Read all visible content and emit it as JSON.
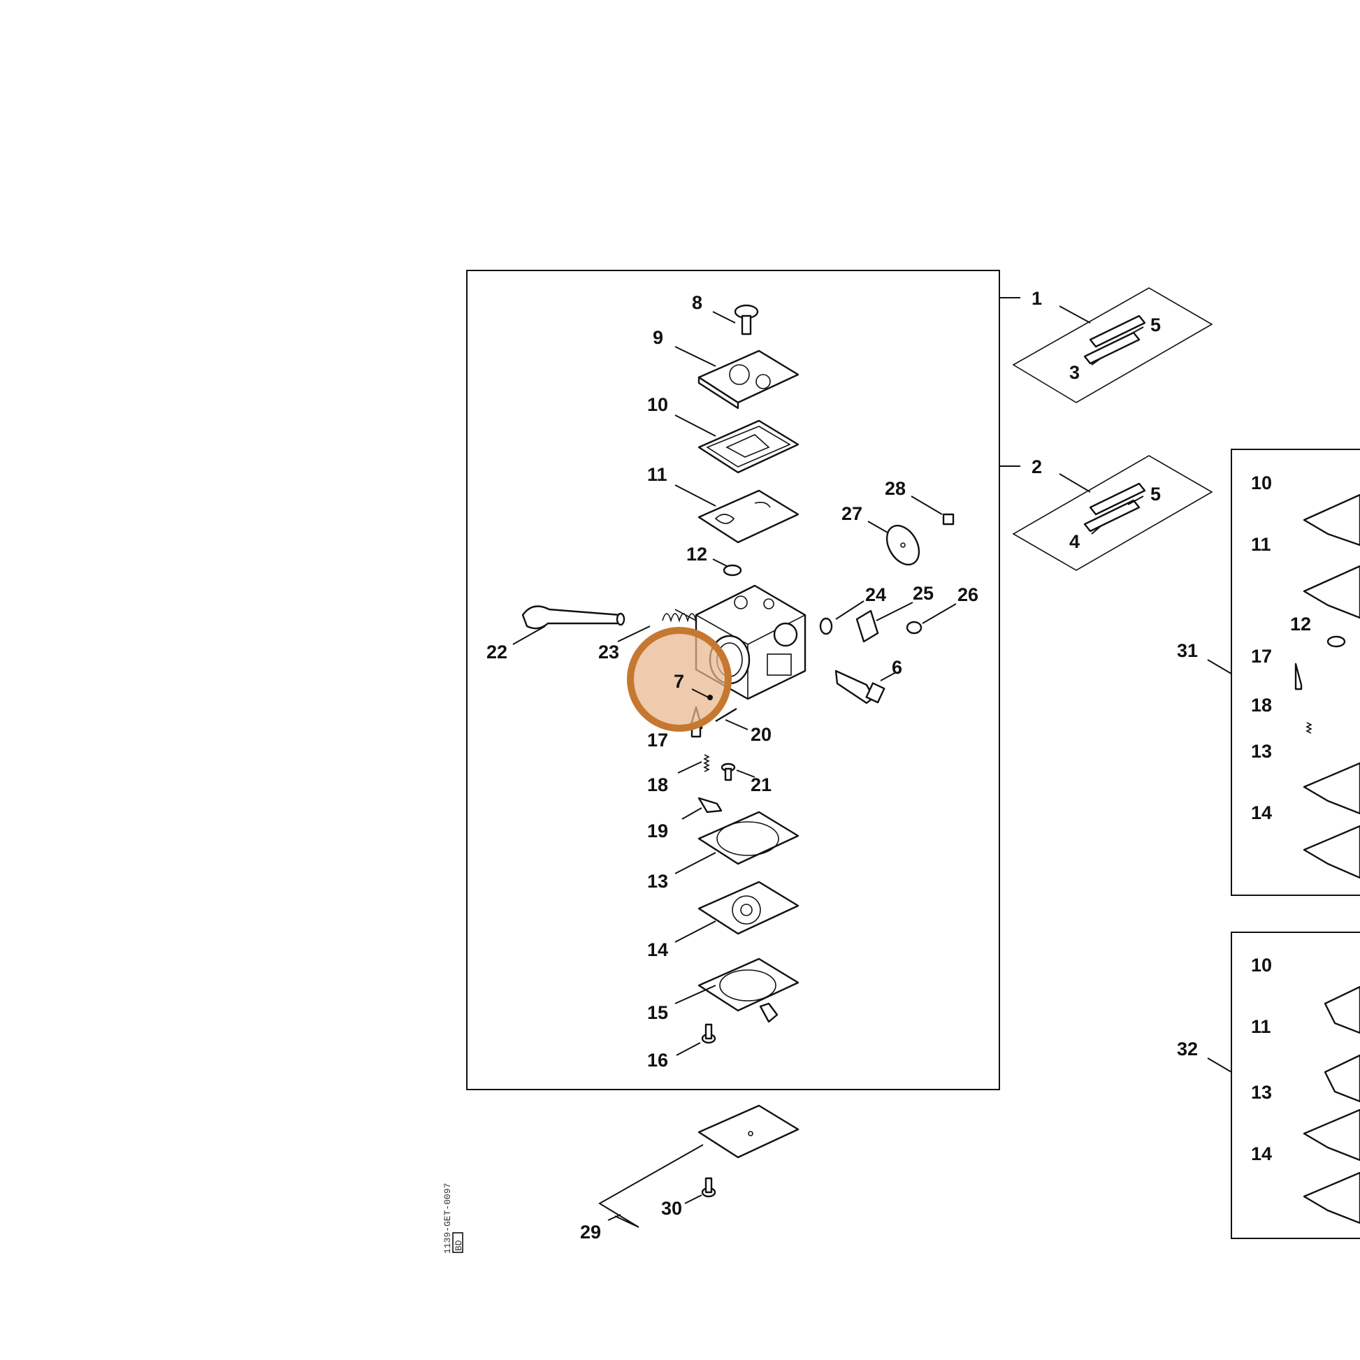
{
  "diagram": {
    "highlighted_part": "7",
    "drawing_id": "1139-GET-0097",
    "drawing_sheet": "BD",
    "callouts": [
      "1",
      "2",
      "3",
      "4",
      "5",
      "5",
      "6",
      "7",
      "8",
      "9",
      "10",
      "11",
      "12",
      "13",
      "14",
      "15",
      "16",
      "17",
      "18",
      "19",
      "20",
      "21",
      "22",
      "23",
      "24",
      "25",
      "26",
      "27",
      "28",
      "29",
      "30",
      "31",
      "32"
    ],
    "side_box_31_callouts": [
      "10",
      "11",
      "12",
      "17",
      "18",
      "13",
      "14"
    ],
    "side_box_32_callouts": [
      "10",
      "11",
      "13",
      "14"
    ],
    "colors": {
      "highlight_fill": "#e9b58d",
      "highlight_stroke": "#c5782f",
      "line": "#111111"
    }
  }
}
